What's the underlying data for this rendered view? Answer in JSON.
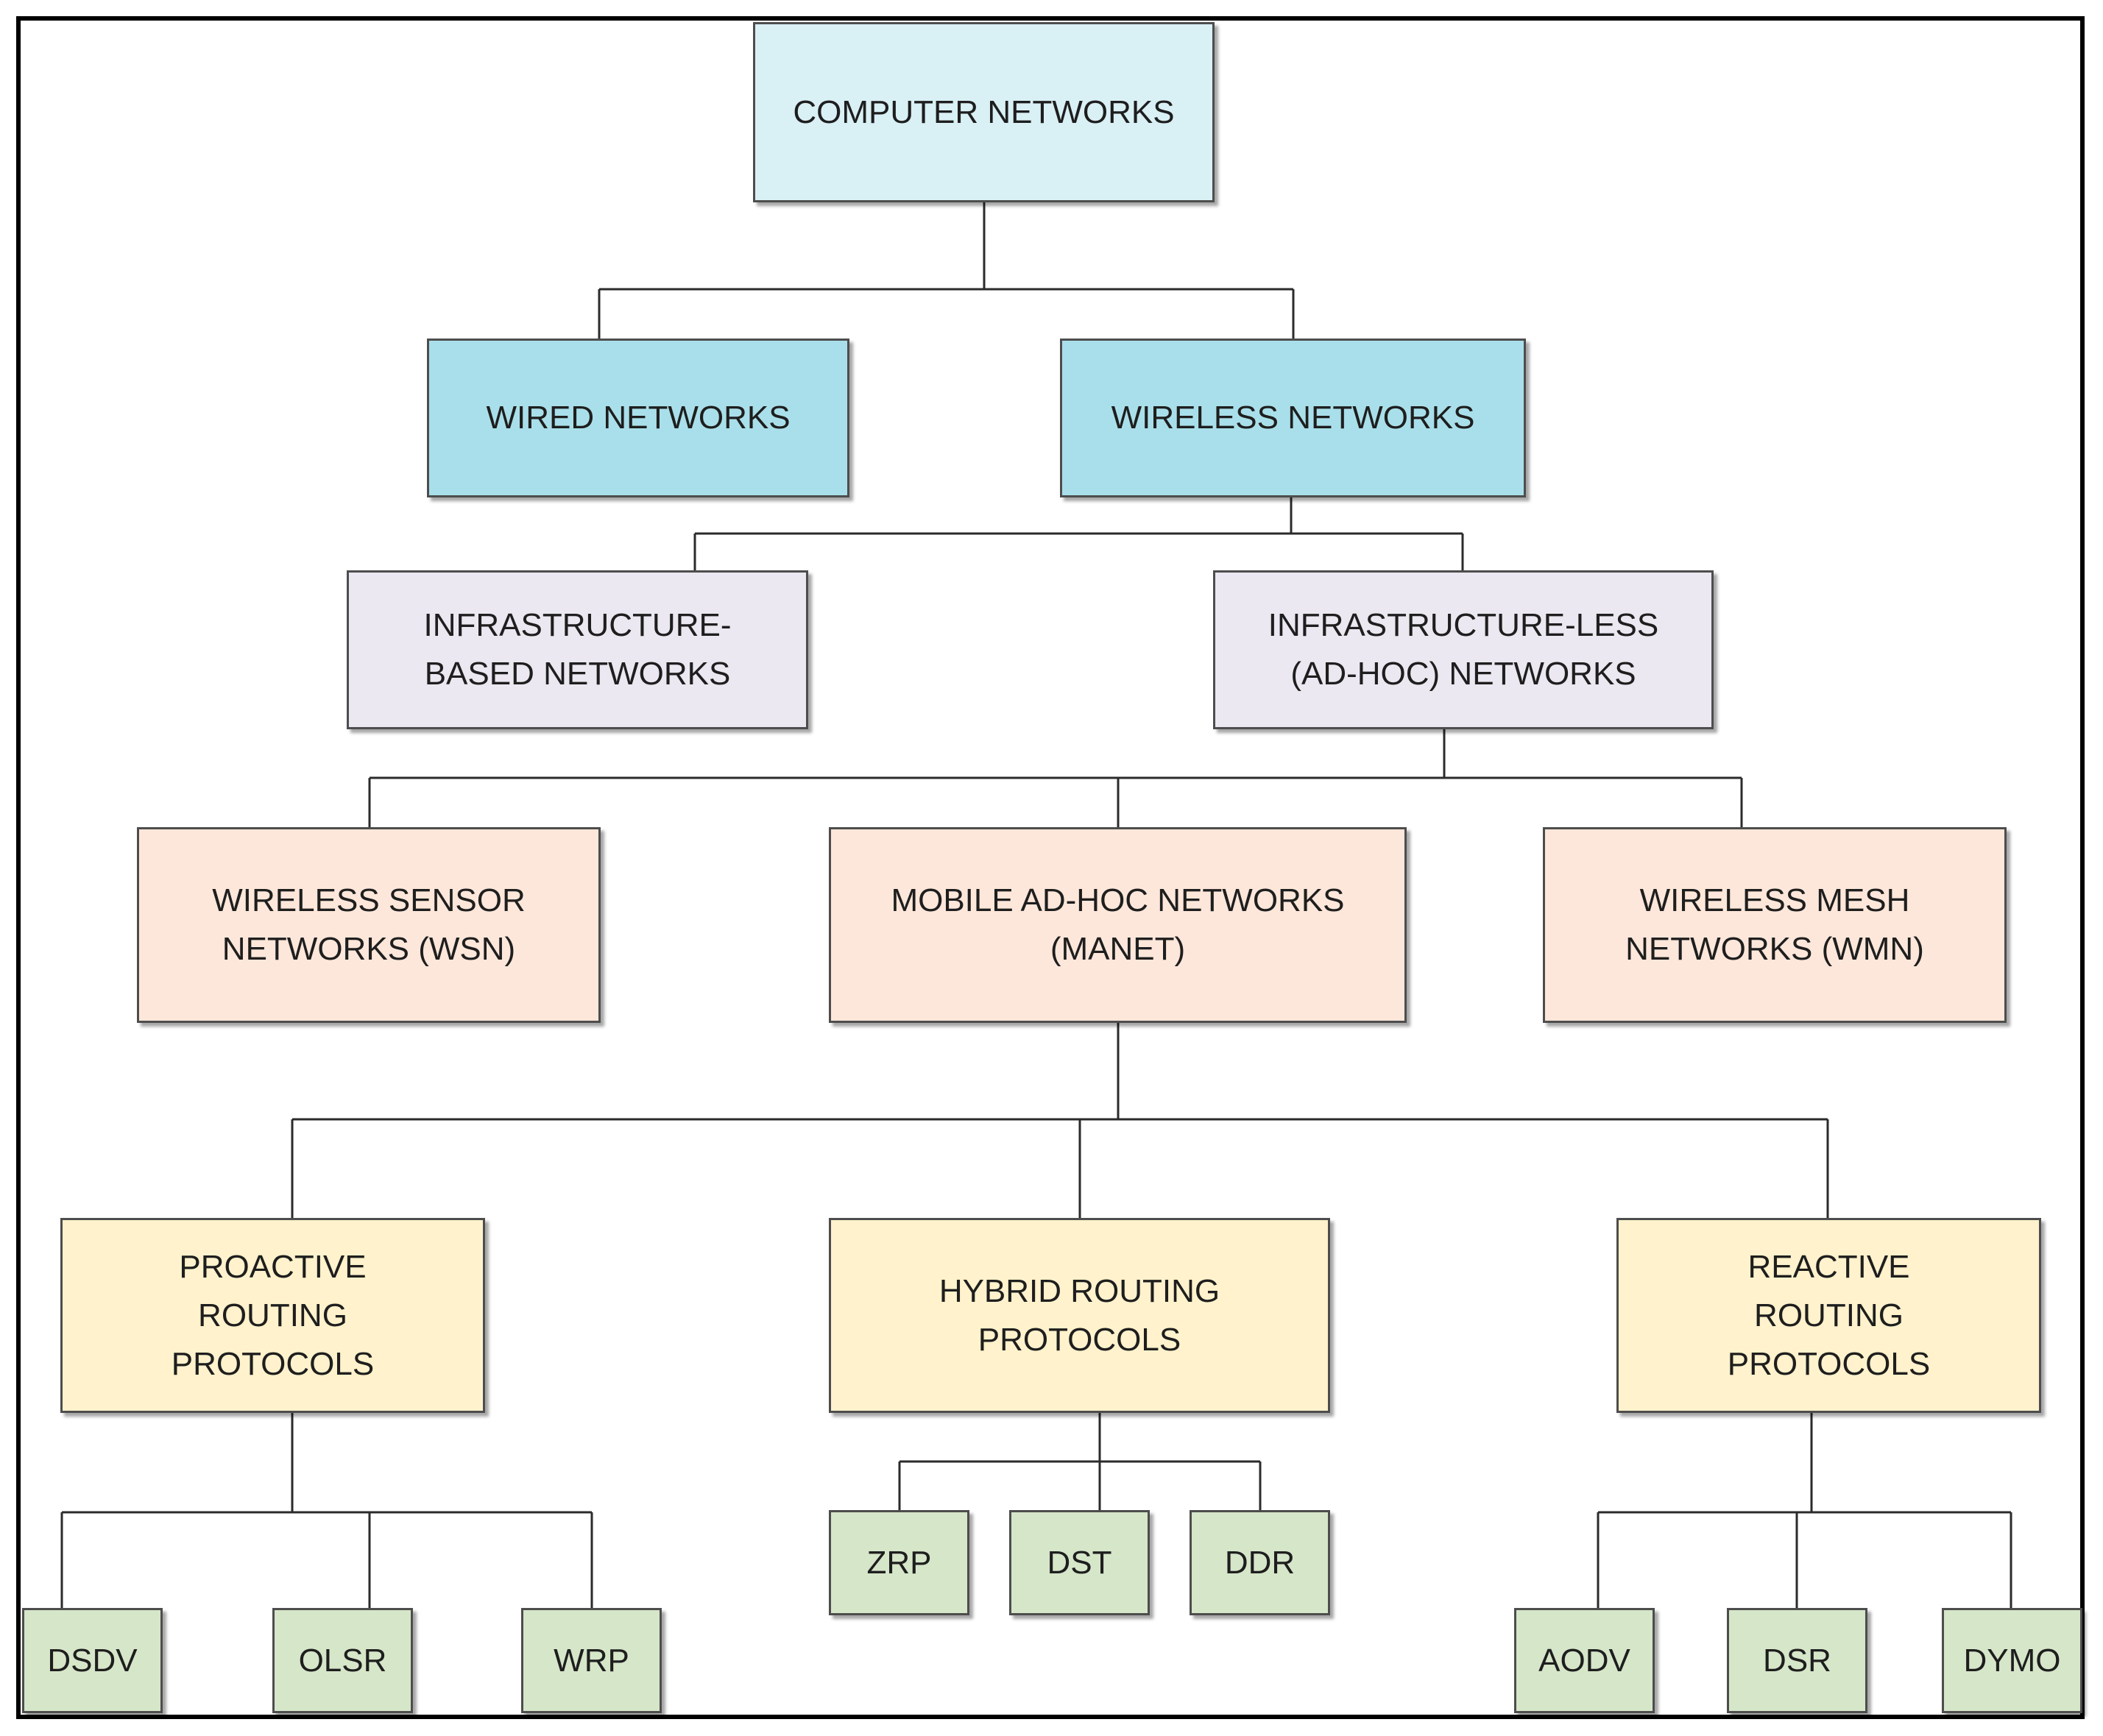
{
  "nodes": {
    "computer_networks": "COMPUTER NETWORKS",
    "wired_networks": "WIRED NETWORKS",
    "wireless_networks": "WIRELESS NETWORKS",
    "infra_based": "INFRASTRUCTURE-BASED NETWORKS",
    "infra_less": "INFRASTRUCTURE-LESS (AD-HOC) NETWORKS",
    "wsn": "WIRELESS SENSOR NETWORKS (WSN)",
    "manet": "MOBILE AD-HOC NETWORKS (MANET)",
    "wmn": "WIRELESS MESH NETWORKS (WMN)",
    "proactive": "PROACTIVE ROUTING PROTOCOLS",
    "hybrid": "HYBRID ROUTING PROTOCOLS",
    "reactive": "REACTIVE ROUTING PROTOCOLS",
    "dsdv": "DSDV",
    "olsr": "OLSR",
    "wrp": "WRP",
    "zrp": "ZRP",
    "dst": "DST",
    "ddr": "DDR",
    "aodv": "AODV",
    "dsr": "DSR",
    "dymo": "DYMO"
  },
  "colors": {
    "root": "#d9f0f5",
    "level_network_type": "#a9dfea",
    "level_infrastructure": "#ebe8f1",
    "level_adhoc_type": "#fde7da",
    "level_protocol_class": "#fff2cc",
    "level_protocol": "#d6e6c9"
  }
}
